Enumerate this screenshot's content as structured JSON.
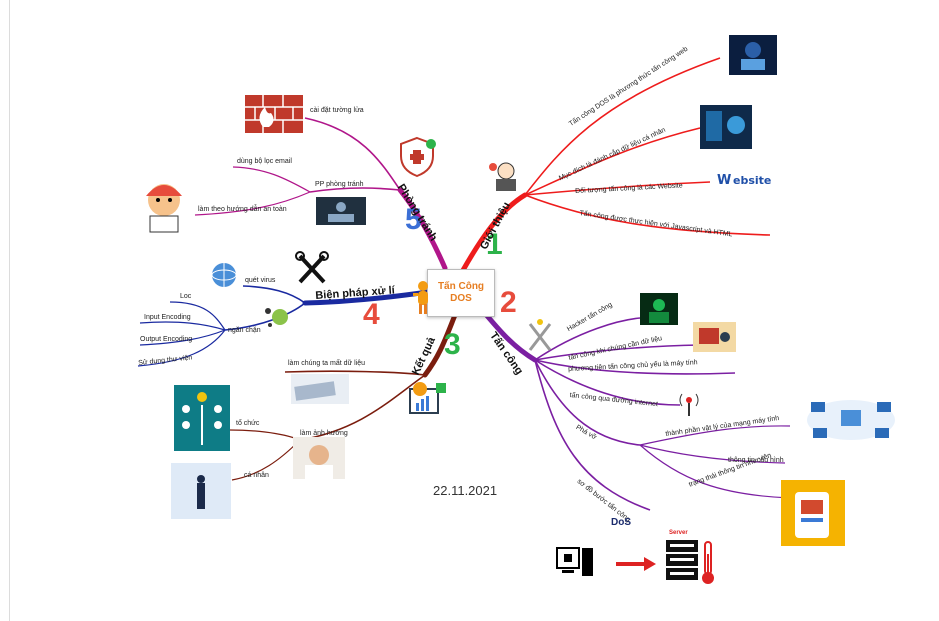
{
  "center": {
    "line1": "Tấn Công",
    "line2": "DOS"
  },
  "date": "22.11.2021",
  "branches": {
    "b1": {
      "num": "1",
      "title": "Giới thiệu",
      "color": "#ee1c1c",
      "leaves": [
        "Tấn công DOS là phương thức tấn công web",
        "Mục đích là đánh cắp dữ liệu cá nhân",
        "Đối tượng tấn công là các Website",
        "Tấn công được thực hiện với Javascript và HTML"
      ]
    },
    "b2": {
      "num": "2",
      "title": "Tấn công",
      "color": "#7b1fa2",
      "leaves": [
        "Hacker tấn công",
        "tấn công khi chúng cần dữ liệu",
        "phương tiện tấn công chủ yếu là máy tính",
        "tấn công qua đường internet",
        "Phá vỡ",
        "sơ đồ bước tấn công"
      ],
      "sub": [
        "thành phần vật lý của mạng máy tính",
        "thông tin cấu hình",
        "trạng thái thông tin như viên"
      ]
    },
    "b3": {
      "num": "3",
      "title": "Kết quả",
      "color": "#7b1d0e",
      "leaves": [
        "làm chúng ta mất dữ liệu",
        "làm ảnh hưởng"
      ],
      "sub": [
        "tổ chức",
        "cá nhân"
      ]
    },
    "b4": {
      "num": "4",
      "title": "Biện pháp xử lí",
      "color": "#1a2aa0",
      "leaves": [
        "quét virus",
        "ngăn chặn"
      ],
      "sub": [
        "Loc",
        "Input Encoding",
        "Output Encoding",
        "Sử dụng thư viện"
      ]
    },
    "b5": {
      "num": "5",
      "title": "Phòng tránh",
      "color": "#b0168a",
      "leaves": [
        "cài đặt tường lửa",
        "PP phòng tránh"
      ],
      "sub": [
        "dùng bộ lọc email",
        "làm theo hướng dẫn an toàn"
      ]
    }
  },
  "diagram": {
    "dos": "DoS",
    "server": "Server"
  },
  "colors": {
    "num1": "#2db34a",
    "num2": "#e74c3c",
    "num3": "#2db34a",
    "num4": "#e74c3c",
    "num5": "#3b6fd6",
    "center_text": "#e67e22"
  },
  "icons": [
    "hacker-laptop-icon",
    "data-theft-icon",
    "website-icon",
    "avatar-thinking-icon",
    "matrix-hacker-icon",
    "data-request-icon",
    "antenna-icon",
    "network-icon",
    "phone-info-icon",
    "computer-icon",
    "arrow-icon",
    "server-icon",
    "thermometer-icon",
    "report-icon",
    "org-tree-icon",
    "business-person-icon",
    "stressed-person-icon",
    "data-loss-icon",
    "globe-icon",
    "tools-icon",
    "virus-icon",
    "firewall-icon",
    "shield-icon",
    "hacker-computer-icon",
    "cartoon-boy-icon",
    "person-figure-icon"
  ]
}
